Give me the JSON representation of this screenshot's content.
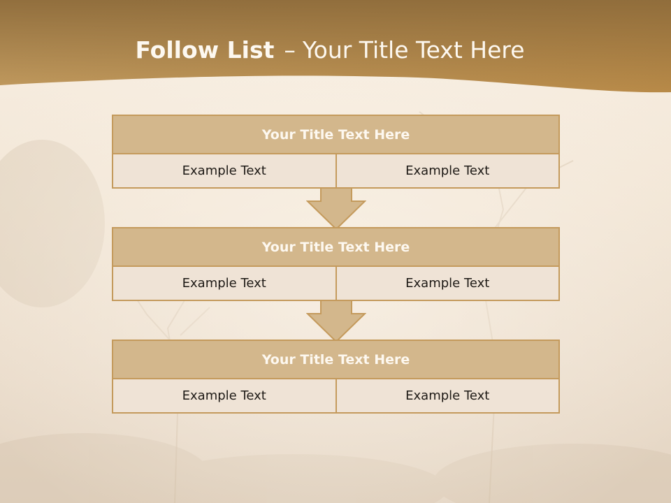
{
  "slide": {
    "title_bold": "Follow List",
    "title_separator": "–",
    "title_rest": "Your Title Text Here"
  },
  "blocks": [
    {
      "title": "Your Title Text Here",
      "cells": [
        "Example Text",
        "Example Text"
      ]
    },
    {
      "title": "Your Title Text Here",
      "cells": [
        "Example Text",
        "Example Text"
      ]
    },
    {
      "title": "Your Title Text Here",
      "cells": [
        "Example Text",
        "Example Text"
      ]
    }
  ],
  "colors": {
    "header_band_dark": "#8c6a3a",
    "header_band_light": "#c29b5f",
    "block_border": "#c49a5c",
    "block_title_fill": "#d3b78c",
    "block_cell_fill": "#efe3d6",
    "arrow_fill": "#d3b78c"
  }
}
